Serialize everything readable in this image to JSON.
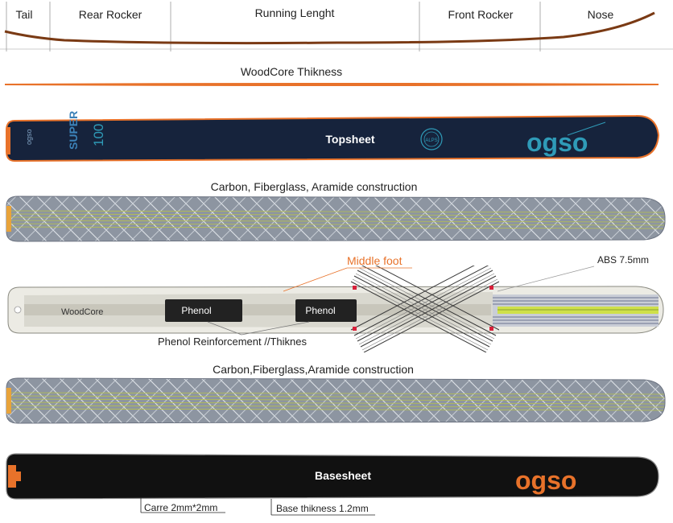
{
  "profile": {
    "zones": [
      "Tail",
      "Rear Rocker",
      "Running Lenght",
      "Front Rocker",
      "Nose"
    ]
  },
  "layers": {
    "woodcore_thickness": "WoodCore Thikness",
    "topsheet": "Topsheet",
    "composite_top": "Carbon, Fiberglass, Aramide construction",
    "middle_foot": "Middle foot",
    "abs": "ABS 7.5mm",
    "woodcore": "WoodCore",
    "phenol": "Phenol",
    "phenol_reinforcement": "Phenol Reinforcement //Thiknes",
    "composite_bottom": "Carbon,Fiberglass,Aramide construction",
    "basesheet": "Basesheet",
    "carre": "Carre 2mm*2mm",
    "base_thickness": "Base thikness 1.2mm"
  },
  "graphics": {
    "topsheet_brand": "ogso",
    "topsheet_model": "100",
    "topsheet_model_sub": "SUPER",
    "basesheet_brand": "ogso",
    "seal_text": "ALPS"
  },
  "colors": {
    "orange": "#e8722a",
    "navy": "#16233c",
    "teal": "#2f9bb8",
    "black": "#111111",
    "composite_grey": "#8f96a2",
    "red_marker": "#d8203a",
    "lime": "#cfe04a"
  }
}
